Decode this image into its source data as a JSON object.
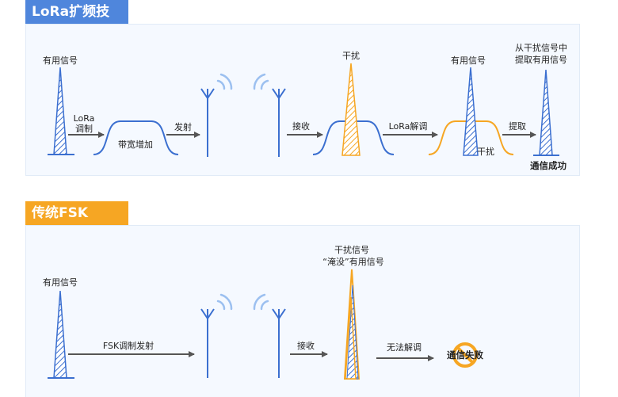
{
  "lora": {
    "title": "LoRa扩频技术",
    "useful_signal": "有用信号",
    "modulation_line1": "LoRa",
    "modulation_line2": "调制",
    "bandwidth_increase": "带宽增加",
    "transmit": "发射",
    "receive": "接收",
    "interference": "干扰",
    "demodulation": "LoRa解调",
    "useful_signal_after": "有用信号",
    "interference_residual": "干扰",
    "extract": "提取",
    "extract_caption_line1": "从干扰信号中",
    "extract_caption_line2": "提取有用信号",
    "success": "通信成功"
  },
  "fsk": {
    "title": "传统FSK",
    "useful_signal": "有用信号",
    "modulate_transmit": "FSK调制发射",
    "receive": "接收",
    "interference_line1": "干扰信号",
    "interference_line2": "“淹没”有用信号",
    "cannot_demodulate": "无法解调",
    "failure": "通信失败"
  },
  "colors": {
    "lora_accent": "#4f86dc",
    "fsk_accent": "#f6a623",
    "signal_blue": "#3b6fd0",
    "interference_orange": "#f6a623",
    "arrow": "#555555"
  },
  "icons": [
    "antenna-icon",
    "radio-wave-icon",
    "prohibited-icon"
  ]
}
